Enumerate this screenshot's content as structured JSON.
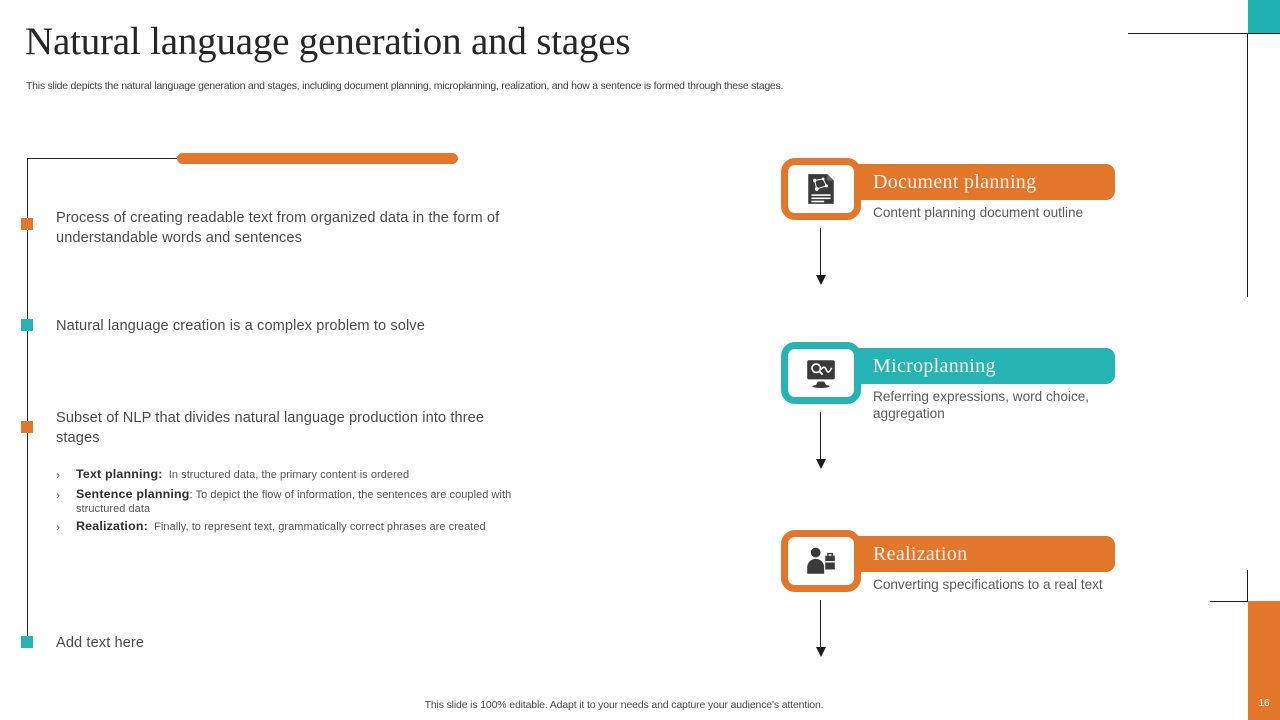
{
  "header": {
    "title": "Natural language generation and stages",
    "subtitle": "This slide depicts the natural language generation and stages, including document planning, microplanning, realization, and how a sentence is formed through these stages."
  },
  "timeline": {
    "points": [
      {
        "marker_color": "#E2762B",
        "text": "Process of creating readable text from organized data in the form of understandable words and sentences"
      },
      {
        "marker_color": "#26B3B3",
        "text": "Natural language creation is a complex problem to solve"
      },
      {
        "marker_color": "#E2762B",
        "text": "Subset of NLP that divides natural language production into three stages"
      },
      {
        "marker_color": "#26B3B3",
        "text": "Add text here"
      }
    ],
    "sub_bullets": [
      {
        "chevron": "›",
        "term": "Text planning:",
        "detail": "In structured data, the primary content is ordered"
      },
      {
        "chevron": "›",
        "term": "Sentence planning",
        "detail": ": To depict the flow of information, the sentences are coupled with structured data"
      },
      {
        "chevron": "›",
        "term": "Realization:",
        "detail": "Finally, to represent text, grammatically correct phrases are created"
      }
    ]
  },
  "stages": [
    {
      "title": "Document planning",
      "description": "Content planning document outline",
      "color": "#E2762B",
      "icon": "document-network-icon"
    },
    {
      "title": "Microplanning",
      "description": "Referring expressions, word choice, aggregation",
      "color": "#26B3B3",
      "icon": "monitor-analysis-icon"
    },
    {
      "title": "Realization",
      "description": "Converting specifications to a real text",
      "color": "#E2762B",
      "icon": "person-briefcase-icon"
    }
  ],
  "footer": {
    "note": "This slide is 100% editable. Adapt it to your needs and capture your audience's attention.",
    "page_number": "16"
  },
  "theme": {
    "orange": "#E2762B",
    "teal": "#1FB2B2",
    "text_gray": "#4a4a4a"
  }
}
